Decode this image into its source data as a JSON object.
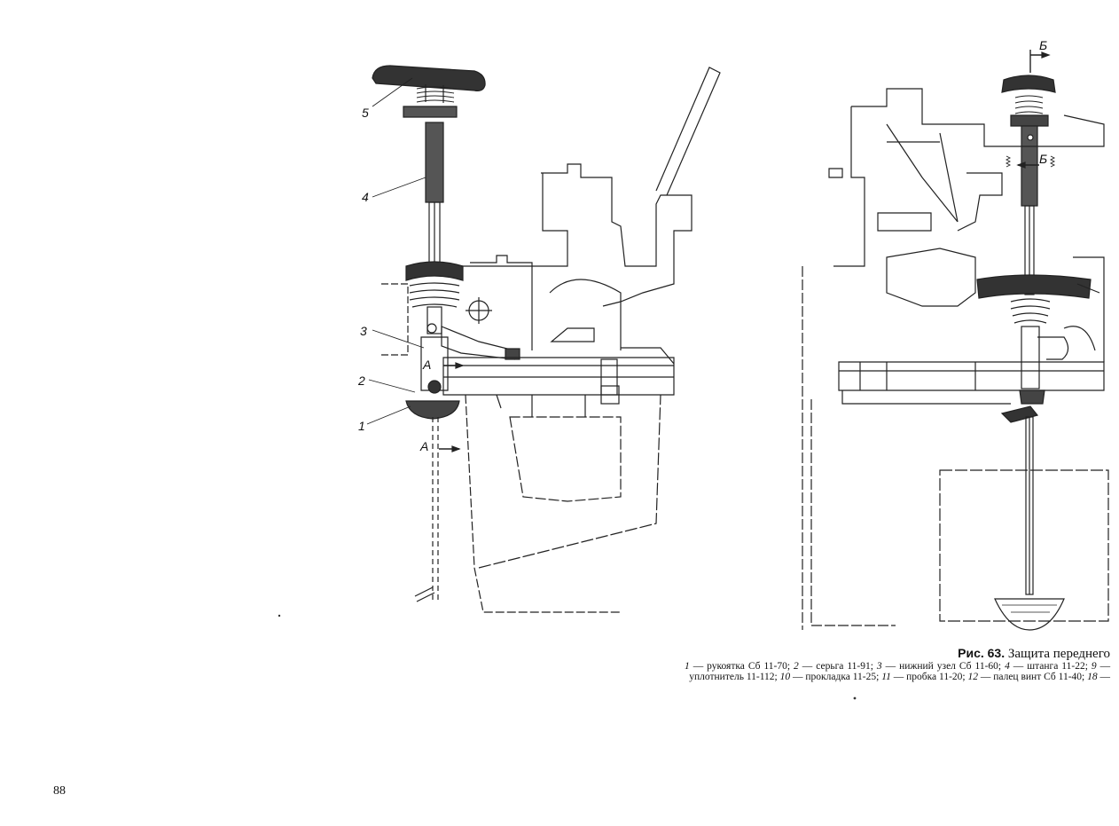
{
  "figure": {
    "number_label": "Рис. 63.",
    "title": "Защита переднего",
    "legend_items": [
      {
        "num": "1",
        "text": "— рукоятка Сб 11-70;"
      },
      {
        "num": "2",
        "text": "— серьга 11-91;"
      },
      {
        "num": "3",
        "text": "— нижний узел Сб 11-60;"
      },
      {
        "num": "4",
        "text": "— штанга 11-22;"
      },
      {
        "num": "9",
        "text": "— уплотнитель 11-112;"
      },
      {
        "num": "10",
        "text": "— прокладка 11-25;"
      },
      {
        "num": "11",
        "text": "— пробка 11-20;"
      },
      {
        "num": "12",
        "text": "— палец винт Сб 11-40;"
      },
      {
        "num": "18",
        "text": "—"
      }
    ],
    "callouts": {
      "c1": "1",
      "c2": "2",
      "c3": "3",
      "c4": "4",
      "c5": "5",
      "sectionA_top": "А",
      "sectionA_bottom": "А",
      "sectionB_top": "Б",
      "sectionB_mid": "Б"
    }
  },
  "page": {
    "number": "88"
  }
}
